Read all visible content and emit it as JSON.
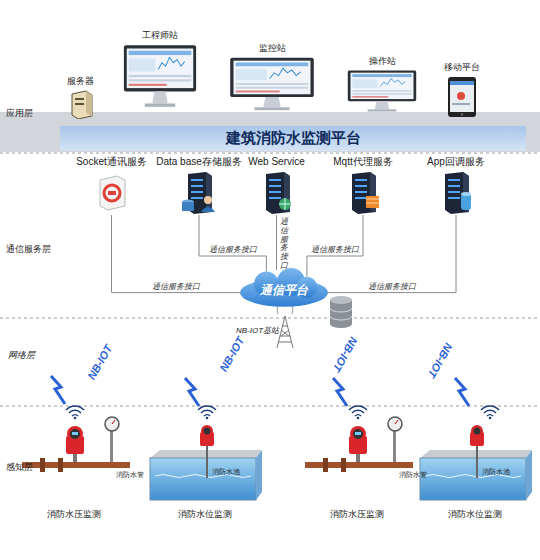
{
  "diagram": {
    "nodes": [
      {
        "text": [
          "服务器"
        ]
      },
      {
        "text": [
          "工程师站"
        ]
      },
      {
        "text": [
          "监控站"
        ]
      },
      {
        "text": [
          "操作站"
        ]
      },
      {
        "text": [
          "移动平台"
        ]
      },
      {
        "text": [
          "建筑消防水监测平台"
        ]
      },
      {
        "text": [
          "Socket通讯服务"
        ]
      },
      {
        "text": [
          "Data base存储服务"
        ]
      },
      {
        "text": [
          "Web Service"
        ]
      },
      {
        "text": [
          "Mqtt代理服务"
        ]
      },
      {
        "text": [
          "App回调服务"
        ]
      },
      {
        "text": [
          "通信平台"
        ]
      }
    ],
    "edges": [
      {
        "from": 6,
        "to": 11,
        "label": "通信服务接口",
        "arrow": "none"
      },
      {
        "from": 7,
        "to": 11,
        "label": "通信服务接口",
        "arrow": "none"
      },
      {
        "from": 8,
        "to": 11,
        "label": "通信服务接口",
        "arrow": "none"
      },
      {
        "from": 9,
        "to": 11,
        "label": "通信服务接口",
        "arrow": "none"
      },
      {
        "from": 10,
        "to": 11,
        "label": "通信服务接口",
        "arrow": "none"
      }
    ],
    "labels": [
      "应用层",
      "通信服务层",
      "NB-IOT基站",
      "网络层",
      "NB-IOT",
      "NB-IOT",
      "NB-IOT",
      "NB-IOT",
      "感知层",
      "消防水管",
      "消防水池",
      "消防水管",
      "消防水池",
      "消防水压监测",
      "消防水位监测",
      "消防水压监测",
      "消防水位监测"
    ]
  }
}
